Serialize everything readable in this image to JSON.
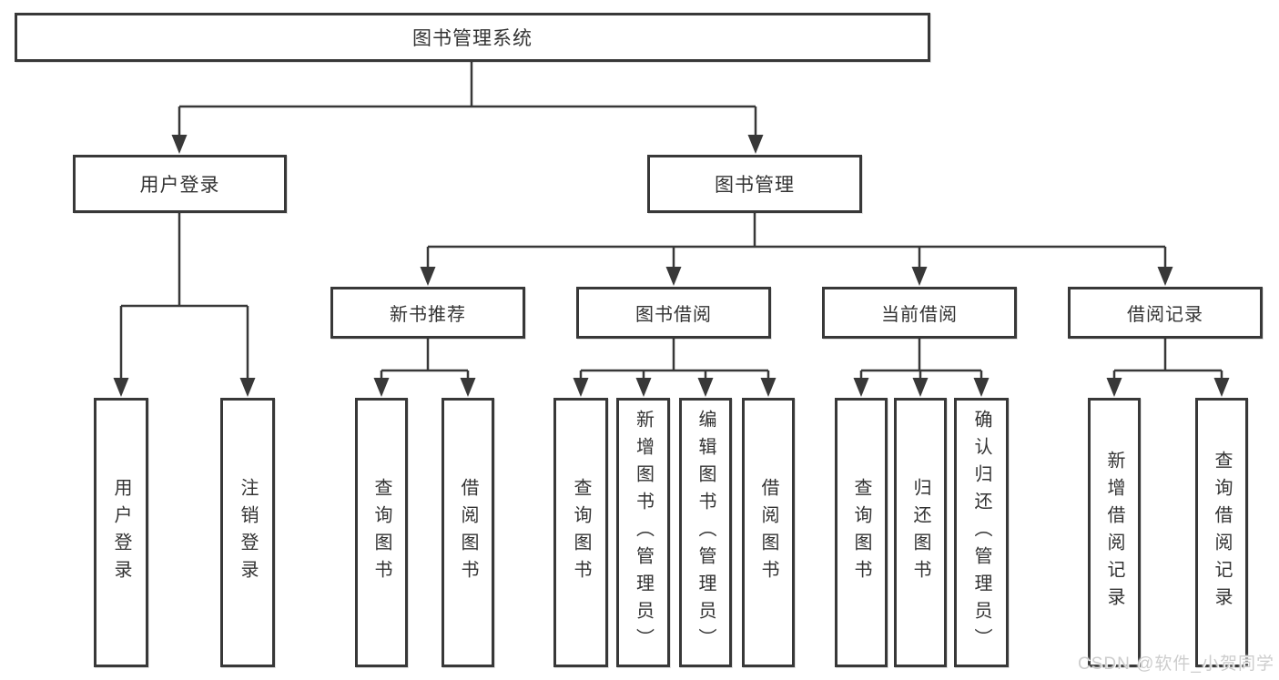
{
  "tree": {
    "root": {
      "label": "图书管理系统"
    },
    "branches": [
      {
        "label": "用户登录",
        "children": [
          {
            "label": "用户登录"
          },
          {
            "label": "注销登录"
          }
        ]
      },
      {
        "label": "图书管理",
        "groups": [
          {
            "label": "新书推荐",
            "children": [
              {
                "label": "查询图书"
              },
              {
                "label": "借阅图书"
              }
            ]
          },
          {
            "label": "图书借阅",
            "children": [
              {
                "label": "查询图书"
              },
              {
                "label": "新增图书（管理员）"
              },
              {
                "label": "编辑图书（管理员）"
              },
              {
                "label": "借阅图书"
              }
            ]
          },
          {
            "label": "当前借阅",
            "children": [
              {
                "label": "查询图书"
              },
              {
                "label": "归还图书"
              },
              {
                "label": "确认归还（管理员）"
              }
            ]
          },
          {
            "label": "借阅记录",
            "children": [
              {
                "label": "新增借阅记录"
              },
              {
                "label": "查询借阅记录"
              }
            ]
          }
        ]
      }
    ]
  },
  "watermark": "CSDN @软件_小贺同学",
  "colors": {
    "line": "#383838",
    "box_border": "#383838",
    "box_background": "#ffffff",
    "text": "#333333",
    "watermark": "#cdcdcd",
    "page_background": "#ffffff"
  }
}
